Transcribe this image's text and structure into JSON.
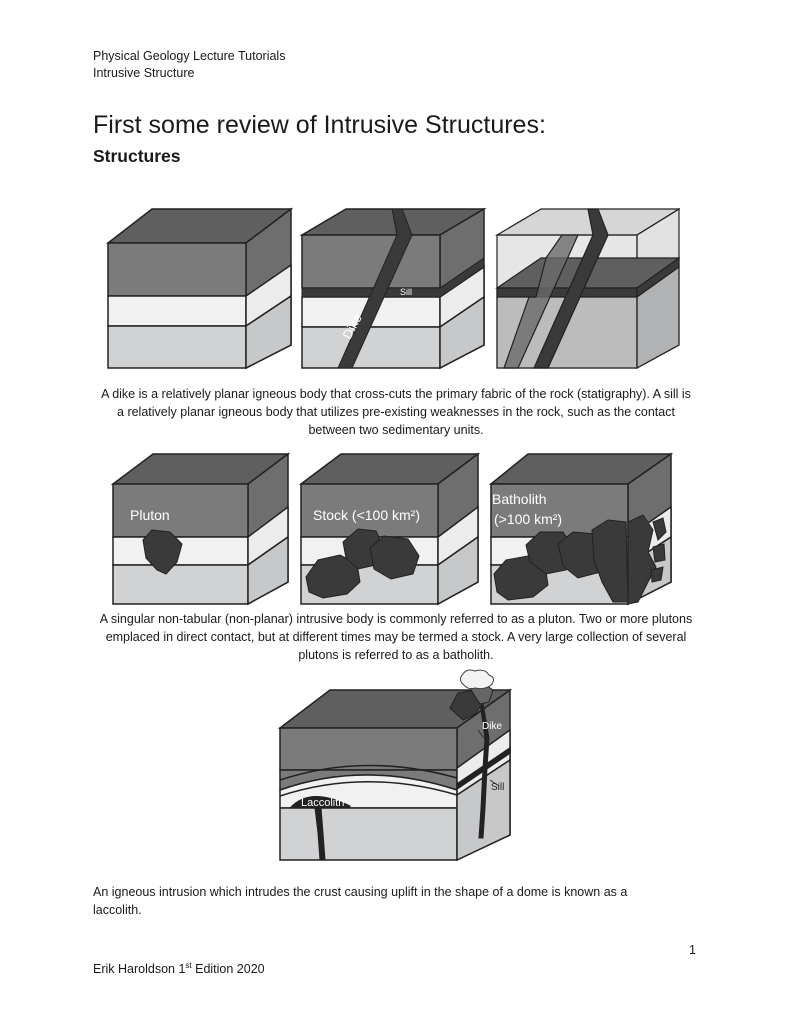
{
  "header": {
    "line1": "Physical Geology Lecture Tutorials",
    "line2": "Intrusive Structure"
  },
  "title": "First some review of Intrusive Structures:",
  "subtitle": "Structures",
  "figure1": {
    "labels": {
      "sill": "Sill",
      "dike": "Dike"
    },
    "caption": "A dike is a relatively planar igneous body that cross-cuts the primary fabric of the rock (statigraphy). A sill is a relatively planar igneous body that utilizes pre-existing weaknesses in the rock, such as the contact between two sedimentary units."
  },
  "figure2": {
    "labels": {
      "pluton": "Pluton",
      "stock": "Stock (<100 km²)",
      "batholith_line1": "Batholith",
      "batholith_line2": "(>100 km²)"
    },
    "caption": "A singular non-tabular (non-planar) intrusive body is commonly referred to as a pluton. Two or more plutons emplaced in direct contact, but at different times may be termed a stock. A very large collection of several plutons is referred to as a batholith."
  },
  "figure3": {
    "labels": {
      "dike": "Dike",
      "sill": "Sill",
      "laccolith": "Laccolith"
    },
    "caption": "An igneous intrusion which intrudes the crust causing uplift in the shape of a dome is known as a laccolith."
  },
  "page_number": "1",
  "footer": {
    "author": "Erik Haroldson 1",
    "sup": "st",
    "edition": " Edition 2020"
  },
  "colors": {
    "top_layer": "#7b7b7b",
    "top_face": "#5f5f5f",
    "white_layer": "#f1f1f1",
    "light_layer": "#d0d2d4",
    "igneous": "#3a3a3a"
  }
}
